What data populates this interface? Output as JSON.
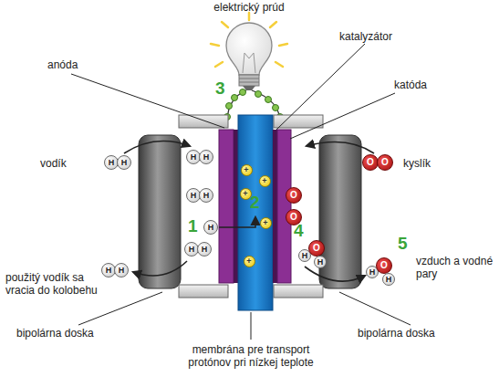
{
  "diagram": {
    "nodes": [
      {
        "text": [
          "H"
        ]
      },
      {
        "text": [
          "H"
        ]
      },
      {
        "text": [
          "H"
        ]
      },
      {
        "text": [
          "H"
        ]
      },
      {
        "text": [
          "H"
        ]
      },
      {
        "text": [
          "H"
        ]
      },
      {
        "text": [
          "H"
        ]
      },
      {
        "text": [
          "H"
        ]
      },
      {
        "text": [
          "H"
        ]
      },
      {
        "text": [
          "H"
        ]
      },
      {
        "text": [
          "H"
        ]
      },
      {
        "text": [
          "+"
        ]
      },
      {
        "text": [
          "+"
        ]
      },
      {
        "text": [
          "+"
        ]
      },
      {
        "text": [
          "+"
        ]
      },
      {
        "text": [
          "+"
        ]
      },
      {
        "text": [
          "O"
        ]
      },
      {
        "text": [
          "O"
        ]
      },
      {
        "text": [
          "O"
        ]
      },
      {
        "text": [
          "O"
        ]
      },
      {
        "text": [
          "H"
        ]
      },
      {
        "text": [
          "O"
        ]
      },
      {
        "text": [
          "H"
        ]
      },
      {
        "text": [
          "H"
        ]
      },
      {
        "text": [
          "O"
        ]
      },
      {
        "text": [
          "H"
        ]
      }
    ],
    "labels": [
      "elektrický prúd",
      "katalyzátor",
      "anóda",
      "3",
      "katóda",
      "vodík",
      "kyslík",
      "2",
      "1",
      "4",
      "5",
      "vzduch a vodné pary",
      "použitý vodík sa vracia do kolobehu",
      "bipolárna doska",
      "bipolárna doska",
      "membrána pre transport protónov pri nízkej teplote"
    ]
  }
}
